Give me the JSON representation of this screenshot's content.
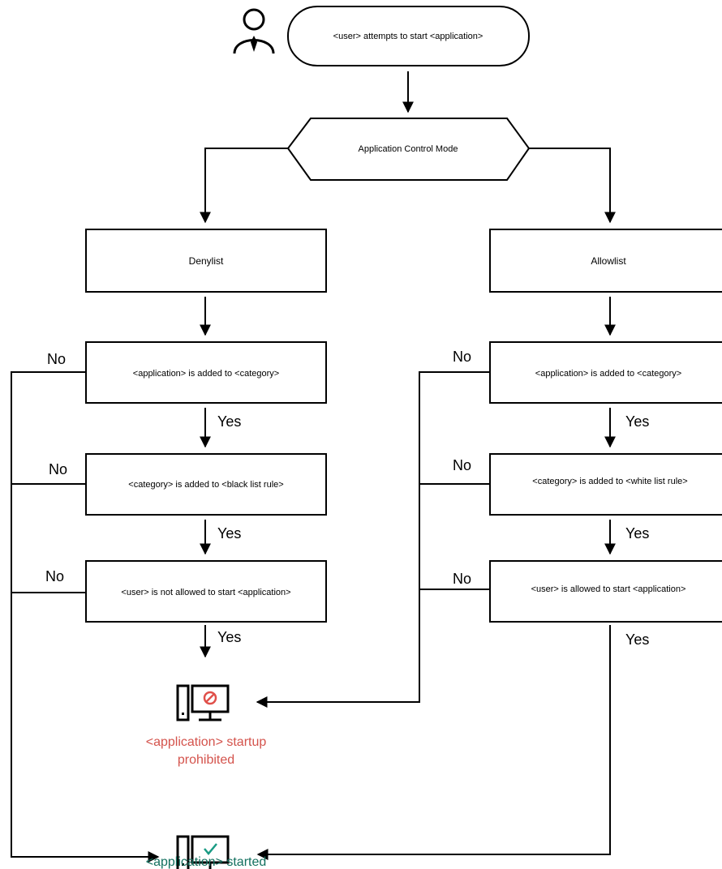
{
  "start": {
    "label": "<user> attempts to start <application>",
    "icon": "user-icon"
  },
  "mode": {
    "label": "Application Control Mode"
  },
  "branches": {
    "denylist": {
      "title": "Denylist",
      "checks": [
        "<application> is added to <category>",
        "<category> is added to <black list rule>",
        "<user> is not allowed to start <application>"
      ]
    },
    "allowlist": {
      "title": "Allowlist",
      "checks": [
        "<application> is added to <category>",
        "<category> is added to <white list rule>",
        "<user> is allowed to start <application>"
      ]
    }
  },
  "edge_labels": {
    "yes": "Yes",
    "no": "No"
  },
  "outcomes": {
    "prohibited": {
      "line1": "<application> startup",
      "line2": "prohibited",
      "color": "#d4534c",
      "icon": "computer-prohibited-icon"
    },
    "started": {
      "label": "<application> started",
      "color": "#13705f",
      "icon": "computer-started-icon"
    }
  }
}
